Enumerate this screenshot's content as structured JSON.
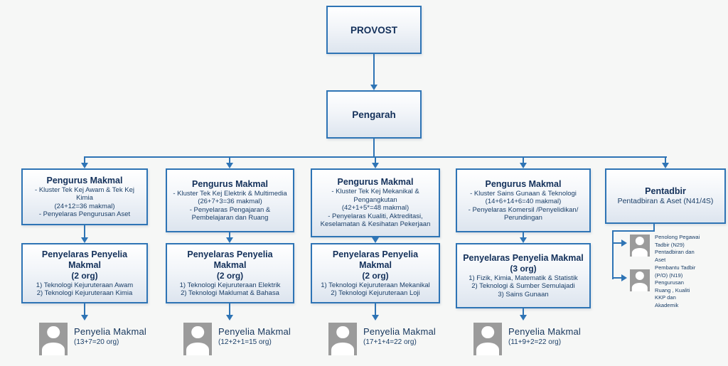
{
  "palette": {
    "line_blue": "#2e74b5",
    "box_border_blue": "#2e74b5",
    "box_fill_light": "#dde5ef",
    "text_navy": "#17375d",
    "person_icon_gray": "#9b9b9b"
  },
  "root": {
    "title": "PROVOST"
  },
  "director": {
    "title": "Pengarah"
  },
  "managers": [
    {
      "title": "Pengurus Makmal",
      "lines": [
        "- Kluster Tek Kej Awam & Tek Kej Kimia",
        "(24+12=36 makmal)",
        "- Penyelaras Pengurusan Aset"
      ]
    },
    {
      "title": "Pengurus Makmal",
      "lines": [
        "- Kluster Tek Kej Elektrik & Multimedia",
        "(26+7+3=36 makmal)",
        "- Penyelaras Pengajaran & Pembelajaran dan Ruang"
      ]
    },
    {
      "title": "Pengurus Makmal",
      "lines": [
        "- Kluster Tek Kej Mekanikal & Pengangkutan",
        "(42+1+5*=48 makmal)",
        "- Penyelaras Kualiti, Aktreditasi, Keselamatan & Kesihatan Pekerjaan"
      ]
    },
    {
      "title": "Pengurus Makmal",
      "lines": [
        "- Kluster Sains Gunaan & Teknologi",
        "(14+6+14+6=40 makmal)",
        "- Penyelaras Komersil /Penyelidikan/ Perundingan"
      ]
    }
  ],
  "admin": {
    "title": "Pentadbir",
    "subtitle": "Pentadbiran & Aset (N41/4S)"
  },
  "coordinators": [
    {
      "title": "Penyelaras Penyelia Makmal",
      "count": "(2 org)",
      "items": [
        "1) Teknologi Kejuruteraan Awam",
        "2) Teknologi Kejuruteraan Kimia"
      ]
    },
    {
      "title": "Penyelaras Penyelia Makmal",
      "count": "(2 org)",
      "items": [
        "1) Teknologi Kejuruteraan Elektrik",
        "2) Teknologi Maklumat & Bahasa"
      ]
    },
    {
      "title": "Penyelaras Penyelia Makmal",
      "count": "(2 org)",
      "items": [
        "1) Teknologi Kejuruteraan Mekanikal",
        "2) Teknologi Kejuruteraan Loji"
      ]
    },
    {
      "title": "Penyelaras Penyelia Makmal",
      "count": "(3 org)",
      "items": [
        "1) Fizik, Kimia, Matematik & Statistik",
        "2) Teknologi & Sumber Semulajadi",
        "3) Sains Gunaan"
      ]
    }
  ],
  "supervisors": [
    {
      "label": "Penyelia Makmal",
      "count": "(13+7=20 org)"
    },
    {
      "label": "Penyelia Makmal",
      "count": "(12+2+1=15 org)"
    },
    {
      "label": "Penyelia Makmal",
      "count": "(17+1+4=22 org)"
    },
    {
      "label": "Penyelia Makmal",
      "count": "(11+9+2=22 org)"
    }
  ],
  "admin_staff": [
    {
      "text": "Penolong Pegawai\nTadbir (N29)\nPentadbiran dan\nAset"
    },
    {
      "text": "Pembantu Tadbir\n(P/O) (N19)\nPengurusan\nRuang , Kualiti\nKKP dan\nAkademik"
    }
  ]
}
